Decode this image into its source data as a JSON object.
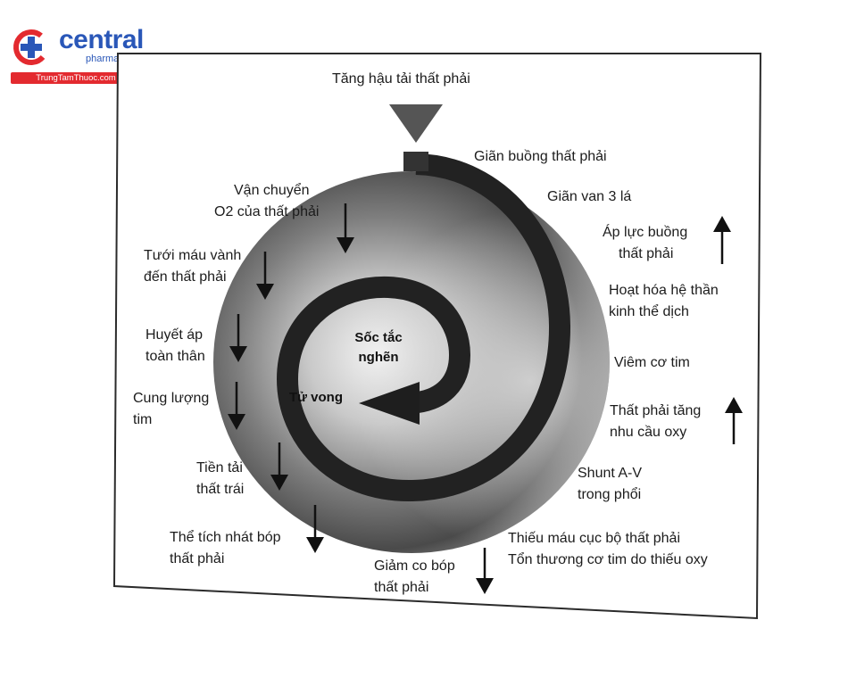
{
  "logo": {
    "name": "central",
    "sub": "pharmacy",
    "site": "TrungTamThuoc.com"
  },
  "diagram": {
    "top_label": "Tăng hậu tải thất phải",
    "center_line1": "Sốc tắc",
    "center_line2": "nghẽn",
    "death_label": "Tử vong",
    "right_labels": [
      "Giãn buồng thất phải",
      "Giãn van 3 lá",
      "Áp lực buồng",
      "thất phải",
      "Hoạt hóa hệ thần",
      "kinh thể dịch",
      "Viêm cơ tim",
      "Thất phải tăng",
      "nhu cầu oxy",
      "Shunt A-V",
      "trong phổi",
      "Thiếu máu cục bộ thất phải",
      "Tổn thương cơ tim do thiếu oxy"
    ],
    "left_labels": [
      "Vận chuyển",
      "O2 của thất phải",
      "Tưới máu vành",
      "đến thất phải",
      "Huyết áp",
      "toàn thân",
      "Cung lượng",
      "tim",
      "Tiền tải",
      "thất trái",
      "Thể tích nhát bóp",
      "thất phải",
      "Giảm co bóp",
      "thất phải"
    ]
  }
}
